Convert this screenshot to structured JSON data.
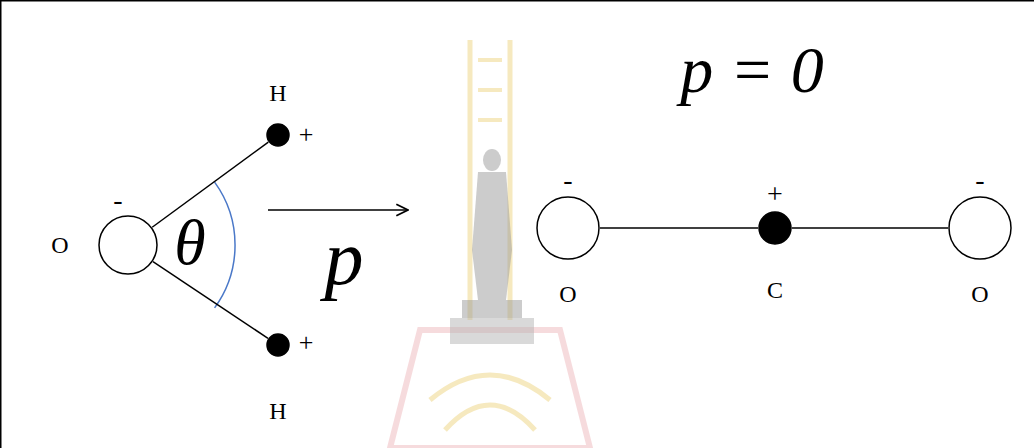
{
  "diagram": {
    "nodes": [
      {
        "text": [
          "O",
          "-"
        ]
      },
      {
        "text": [
          "H",
          "+"
        ]
      },
      {
        "text": [
          "+",
          "H"
        ]
      },
      {
        "text": [
          "-",
          "O"
        ]
      },
      {
        "text": [
          "+",
          "C"
        ]
      },
      {
        "text": [
          "-",
          "O"
        ]
      }
    ],
    "edges": [
      {
        "from": 0,
        "to": 1,
        "arrow": "none"
      },
      {
        "from": 0,
        "to": 2,
        "arrow": "none"
      },
      {
        "from": 3,
        "to": 4,
        "arrow": "none"
      },
      {
        "from": 4,
        "to": 5,
        "arrow": "none"
      }
    ],
    "labels": [
      "θ",
      "p",
      "p = 0"
    ]
  }
}
